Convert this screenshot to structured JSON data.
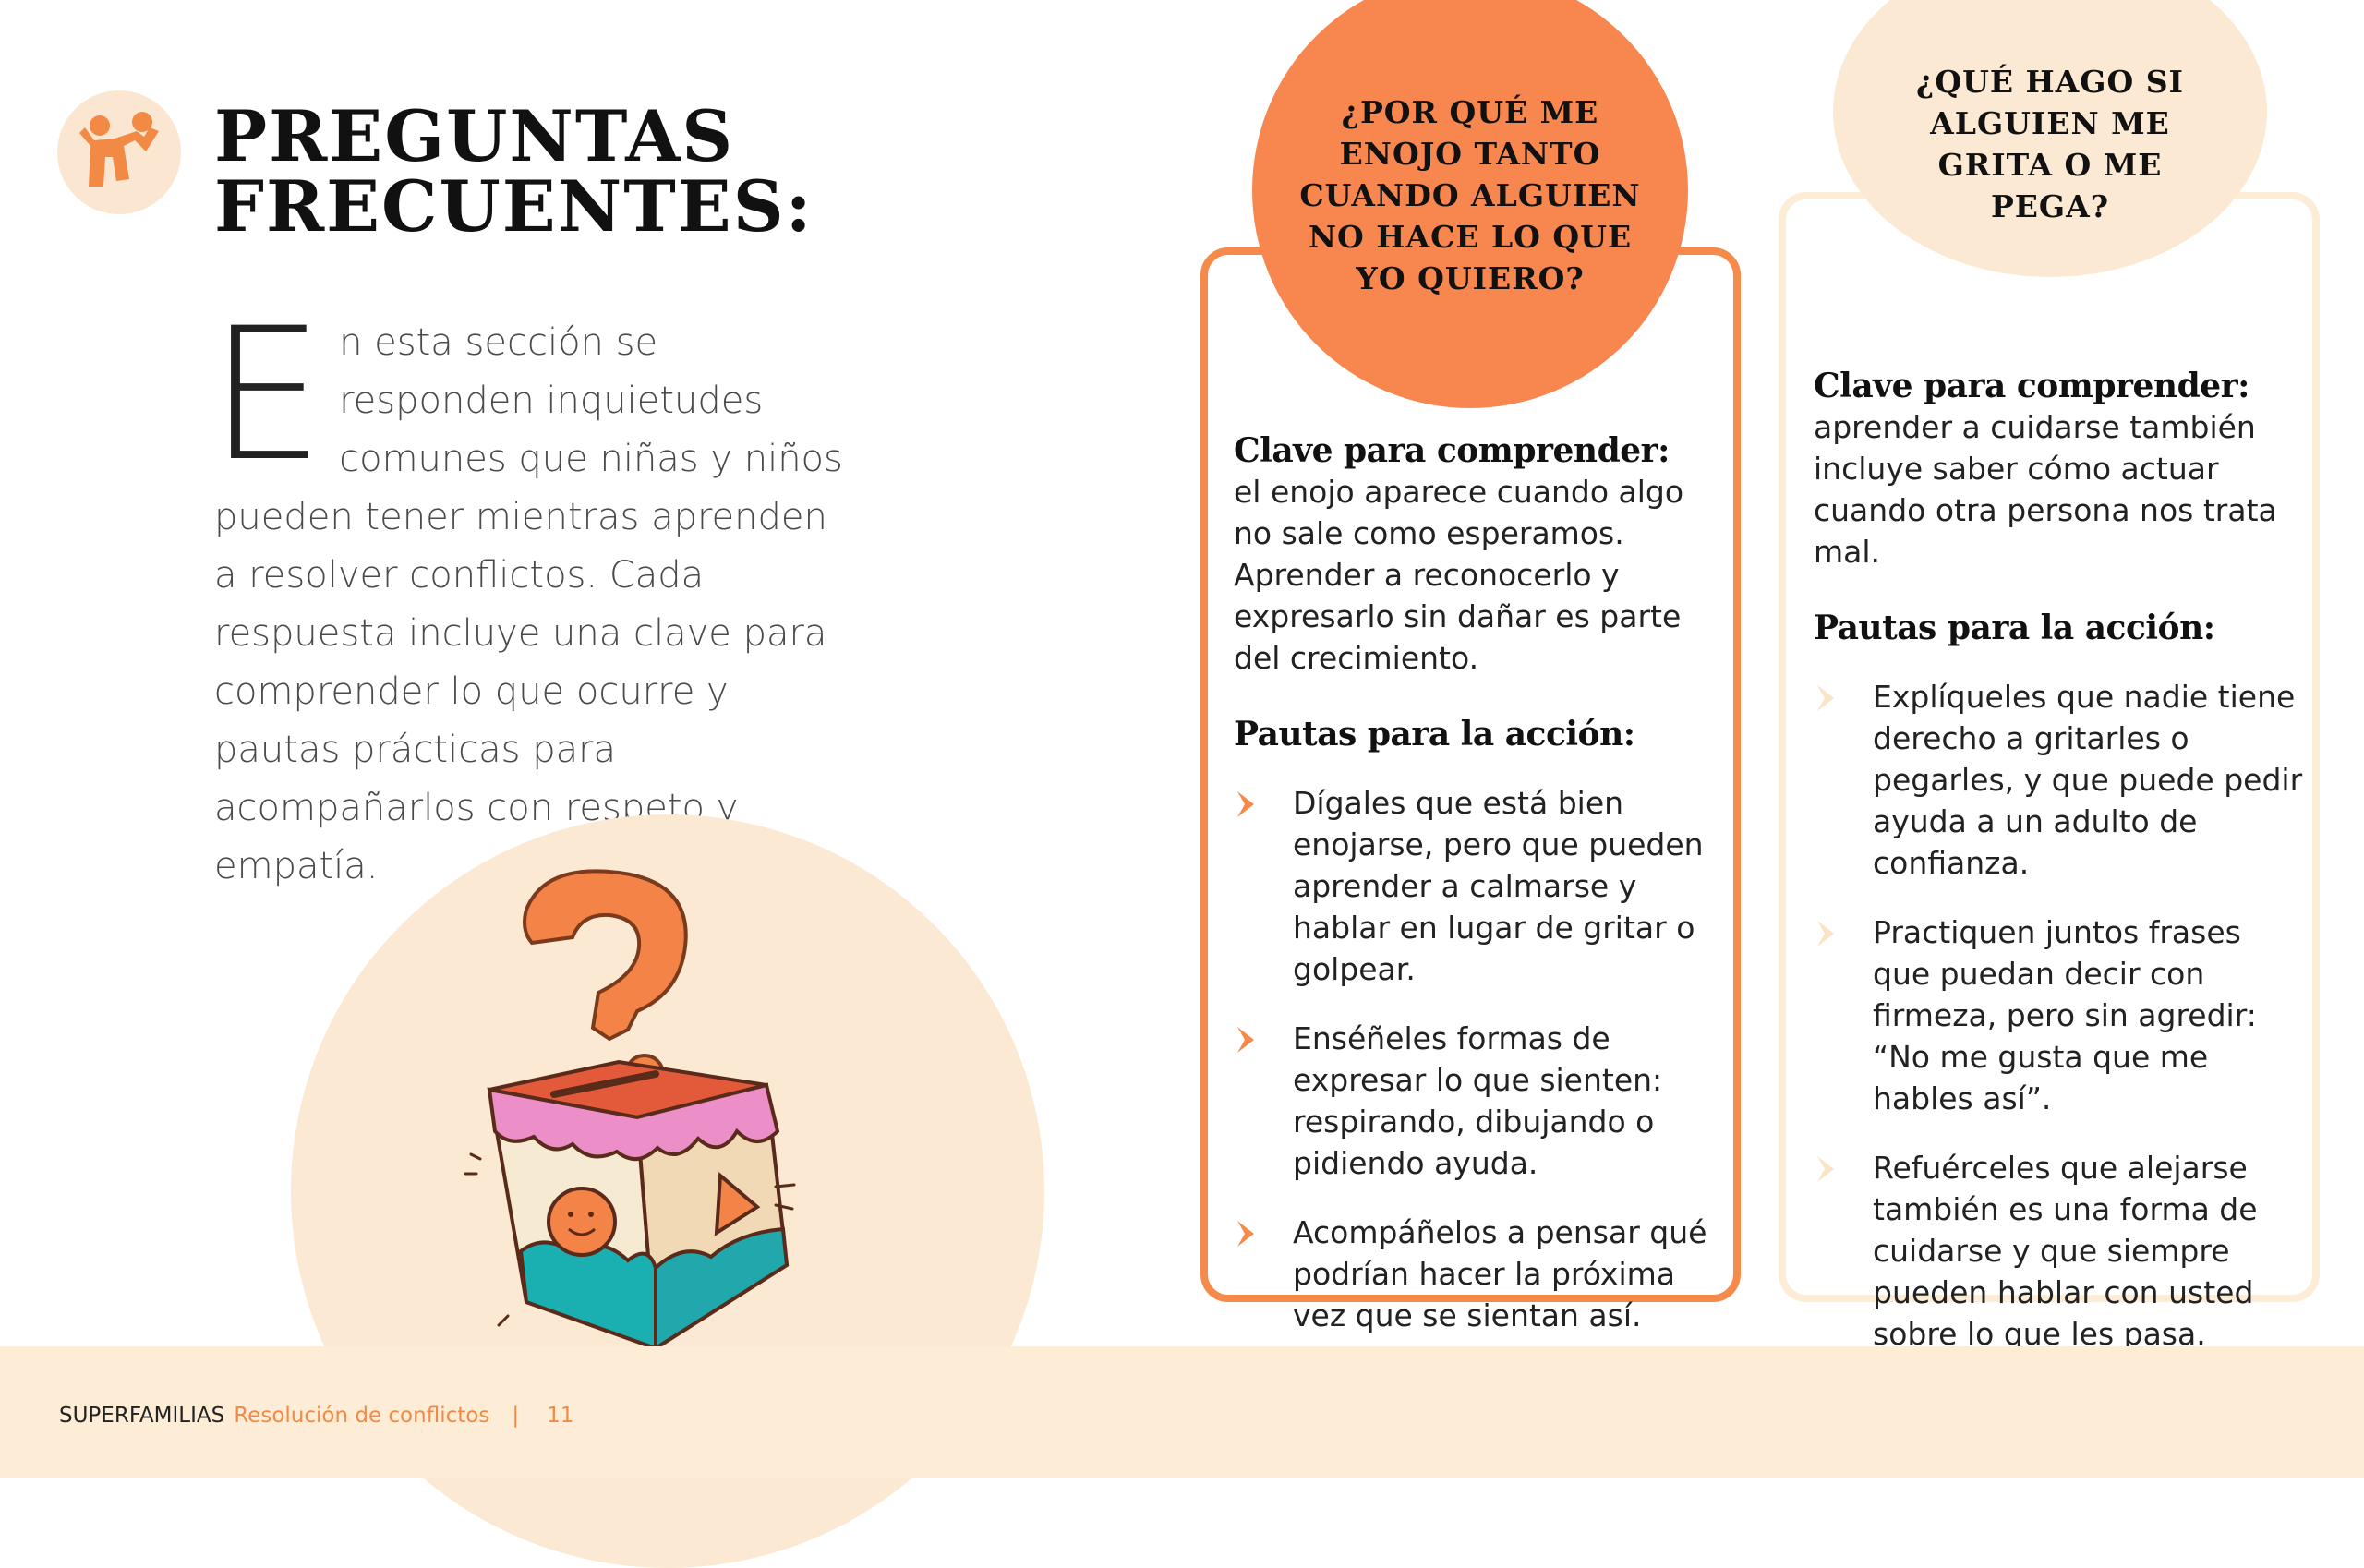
{
  "header": {
    "icon": "family-icon",
    "title_line1": "PREGUNTAS",
    "title_line2": "FRECUENTES:"
  },
  "intro": {
    "dropcap": "E",
    "text": "n esta sección se responden inquietudes comunes que niñas y niños pueden tener mientras aprenden a resolver conflictos. Cada respuesta incluye una clave para comprender lo que ocurre y pautas prácticas para acompañarlos con respeto y empatía."
  },
  "illustration": {
    "icon": "question-box-icon"
  },
  "cards": [
    {
      "question": "¿POR QUÉ ME ENOJO TANTO CUANDO ALGUIEN NO HACE LO QUE YO QUIERO?",
      "key_heading": "Clave para comprender:",
      "key_text": "el enojo aparece cuando algo no sale como esperamos. Aprender a reconocerlo y expresarlo sin dañar es parte del crecimiento.",
      "actions_heading": "Pautas para la acción:",
      "items": [
        "Dígales que está bien enojarse, pero que pueden aprender a calmarse y hablar en lugar de gritar o golpear.",
        "Enséñeles formas de expresar lo que sienten: respirando, dibujando o pidiendo ayuda.",
        "Acompáñelos a pensar qué podrían hacer la próxima vez que se sientan así."
      ],
      "accent": "#f58a4b"
    },
    {
      "question": "¿QUÉ HAGO SI ALGUIEN ME GRITA O ME PEGA?",
      "key_heading": "Clave para comprender:",
      "key_text": "aprender a cuidarse también incluye saber cómo actuar cuando otra persona nos trata mal.",
      "actions_heading": "Pautas para la acción:",
      "items": [
        "Explíqueles que nadie tiene derecho a gritarles o pegarles, y que puede pedir ayuda a un adulto de confianza.",
        "Practiquen juntos frases que puedan decir con firmeza, pero sin agredir: “No me gusta que me hables así”.",
        "Refuérceles que alejarse también es una forma de cuidarse y que siempre pueden hablar con usted sobre lo que les pasa."
      ],
      "accent": "#fdecd6"
    }
  ],
  "footer": {
    "brand": "SUPERFAMILIAS",
    "subtitle": "Resolución de conflictos",
    "separator": "|",
    "page": "11"
  }
}
